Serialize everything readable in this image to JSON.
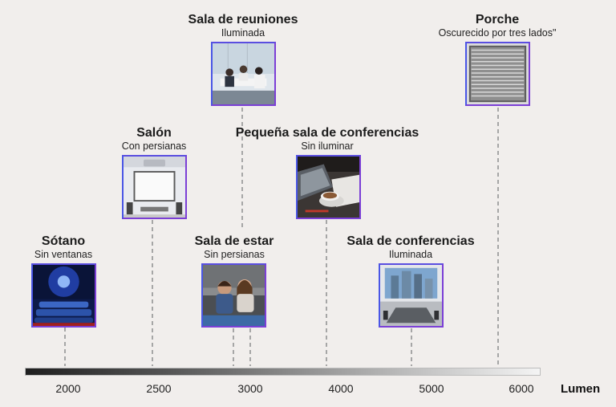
{
  "scale": {
    "unit": "Lumen",
    "ticks": [
      "2000",
      "2500",
      "3000",
      "4000",
      "5000",
      "6000"
    ],
    "gradient_colors": [
      "#1f1f1f",
      "#f4f4f4"
    ]
  },
  "rooms": [
    {
      "id": "sotano",
      "title": "Sótano",
      "subtitle": "Sin ventanas",
      "lumen": 2000,
      "image": "home-theater-photo"
    },
    {
      "id": "salon",
      "title": "Salón",
      "subtitle": "Con persianas",
      "lumen": 2500,
      "image": "projector-room-photo"
    },
    {
      "id": "sala-estar",
      "title": "Sala de estar",
      "subtitle": "Sin persianas",
      "lumen": 2900,
      "image": "couple-on-sofa-photo"
    },
    {
      "id": "sala-reuniones",
      "title": "Sala de reuniones",
      "subtitle": "Iluminada",
      "lumen": 3000,
      "image": "meeting-room-photo"
    },
    {
      "id": "pequena-sala",
      "title": "Pequeña sala de conferencias",
      "subtitle": "Sin iluminar",
      "lumen": 3900,
      "image": "coffee-laptop-photo"
    },
    {
      "id": "sala-conferencias",
      "title": "Sala de conferencias",
      "subtitle": "Iluminada",
      "lumen": 4800,
      "image": "conference-hall-photo"
    },
    {
      "id": "porche",
      "title": "Porche",
      "subtitle": "Oscurecido por tres lados\"",
      "lumen": 5800,
      "image": "shutter-porch-photo"
    }
  ],
  "colors": {
    "background": "#f1eeec",
    "frame": "#7b3fd6",
    "dashed_line": "#a6a6a6"
  }
}
